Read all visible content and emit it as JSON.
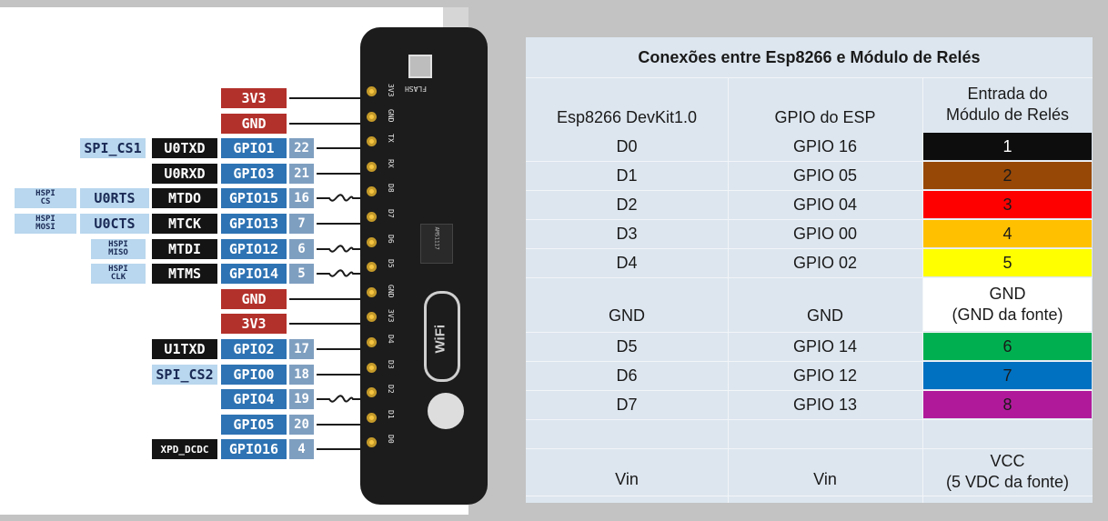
{
  "pinout": {
    "rows": [
      {
        "power": "3V3"
      },
      {
        "power": "GND"
      },
      {
        "alt": "SPI_CS1",
        "func": "U0TXD",
        "gpio": "GPIO1",
        "num": "22"
      },
      {
        "func": "U0RXD",
        "gpio": "GPIO3",
        "num": "21"
      },
      {
        "alt1": "HSPI\nCS",
        "alt2": "U0RTS",
        "func": "MTDO",
        "gpio": "GPIO15",
        "num": "16"
      },
      {
        "alt1": "HSPI\nMOSI",
        "alt2": "U0CTS",
        "func": "MTCK",
        "gpio": "GPIO13",
        "num": "7"
      },
      {
        "alt1": "HSPI\nMISO",
        "func": "MTDI",
        "gpio": "GPIO12",
        "num": "6"
      },
      {
        "alt1": "HSPI\nCLK",
        "func": "MTMS",
        "gpio": "GPIO14",
        "num": "5"
      },
      {
        "power": "GND"
      },
      {
        "power": "3V3"
      },
      {
        "func": "U1TXD",
        "gpio": "GPIO2",
        "num": "17"
      },
      {
        "alt": "SPI_CS2",
        "gpio": "GPIO0",
        "num": "18"
      },
      {
        "gpio": "GPIO4",
        "num": "19"
      },
      {
        "gpio": "GPIO5",
        "num": "20"
      },
      {
        "alt": "XPD_DCDC",
        "gpio": "GPIO16",
        "num": "4"
      }
    ],
    "silk": [
      "3V3",
      "GND",
      "TX",
      "RX",
      "D8",
      "D7",
      "D6",
      "D5",
      "GND",
      "3V3",
      "D4",
      "D3",
      "D2",
      "D1",
      "D0"
    ],
    "flash_label": "FLASH",
    "chip_label": "AMS1117",
    "wifi_label": "WiFi"
  },
  "table": {
    "title": "Conexões entre Esp8266 e Módulo de Relés",
    "headers": [
      "Esp8266 DevKit1.0",
      "GPIO do ESP",
      "Entrada do\nMódulo de Relés"
    ],
    "rows": [
      {
        "devkit": "D0",
        "gpio": "GPIO 16",
        "relay": "1",
        "color": "#0d0d0d",
        "text_color": "#ffffff"
      },
      {
        "devkit": "D1",
        "gpio": "GPIO 05",
        "relay": "2",
        "color": "#974806",
        "text_color": "#1a1a1a"
      },
      {
        "devkit": "D2",
        "gpio": "GPIO 04",
        "relay": "3",
        "color": "#ff0000",
        "text_color": "#1a1a1a"
      },
      {
        "devkit": "D3",
        "gpio": "GPIO 00",
        "relay": "4",
        "color": "#ffc000",
        "text_color": "#1a1a1a"
      },
      {
        "devkit": "D4",
        "gpio": "GPIO 02",
        "relay": "5",
        "color": "#ffff00",
        "text_color": "#1a1a1a"
      },
      {
        "devkit": "GND",
        "gpio": "GND",
        "relay": "GND\n(GND da fonte)",
        "color": "#ffffff",
        "text_color": "#1a1a1a"
      },
      {
        "devkit": "D5",
        "gpio": "GPIO 14",
        "relay": "6",
        "color": "#00b050",
        "text_color": "#1a1a1a"
      },
      {
        "devkit": "D6",
        "gpio": "GPIO 12",
        "relay": "7",
        "color": "#0070c0",
        "text_color": "#1a1a1a"
      },
      {
        "devkit": "D7",
        "gpio": "GPIO 13",
        "relay": "8",
        "color": "#b01a9a",
        "text_color": "#1a1a1a"
      },
      {
        "devkit": "",
        "gpio": "",
        "relay": "",
        "color": "",
        "text_color": "#1a1a1a"
      },
      {
        "devkit": "Vin",
        "gpio": "Vin",
        "relay": "VCC\n(5 VDC da fonte)",
        "color": "",
        "text_color": "#1a1a1a"
      }
    ]
  }
}
